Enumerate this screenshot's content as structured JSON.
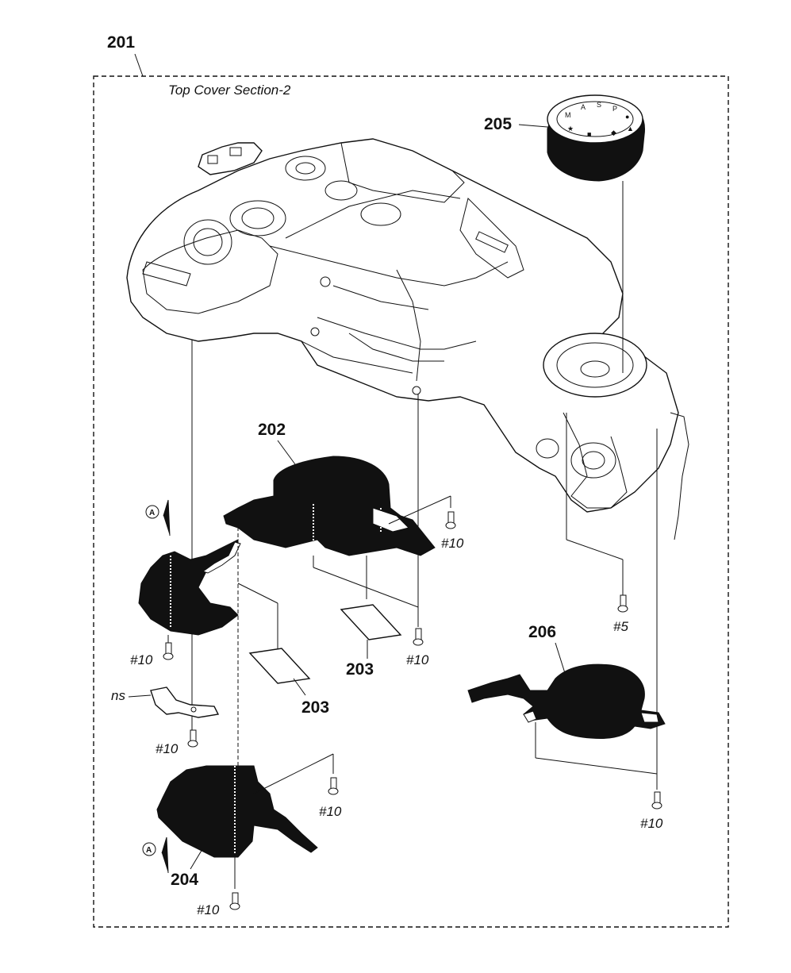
{
  "title": "Top Cover Section-2",
  "parts": {
    "p201": "201",
    "p202": "202",
    "p203a": "203",
    "p203b": "203",
    "p204": "204",
    "p205": "205",
    "p206": "206"
  },
  "screws": {
    "s1": "#10",
    "s2": "#10",
    "s3": "#5",
    "s4": "#10",
    "s5": "#10",
    "s6": "#10",
    "s7": "#10",
    "s8": "#10"
  },
  "refs": {
    "a_top": "A",
    "a_bottom": "A"
  },
  "ns_label": "ns"
}
